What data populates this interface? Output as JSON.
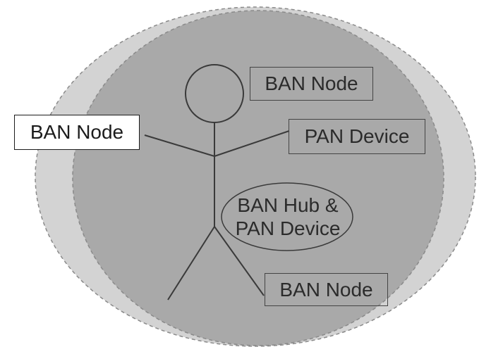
{
  "diagram": {
    "labels": {
      "ban_node_head": "BAN Node",
      "ban_node_left_hand": "BAN Node",
      "pan_device_right_hand": "PAN Device",
      "ban_hub_line1": "BAN Hub &",
      "ban_hub_line2": "PAN Device",
      "ban_node_foot": "BAN Node"
    },
    "colors": {
      "outer_area": "#d3d3d3",
      "inner_area": "#a9a9a9",
      "dashed_border": "#8a8a8a",
      "figure_stroke": "#3a3a3a",
      "text": "#2b2b2b"
    }
  }
}
